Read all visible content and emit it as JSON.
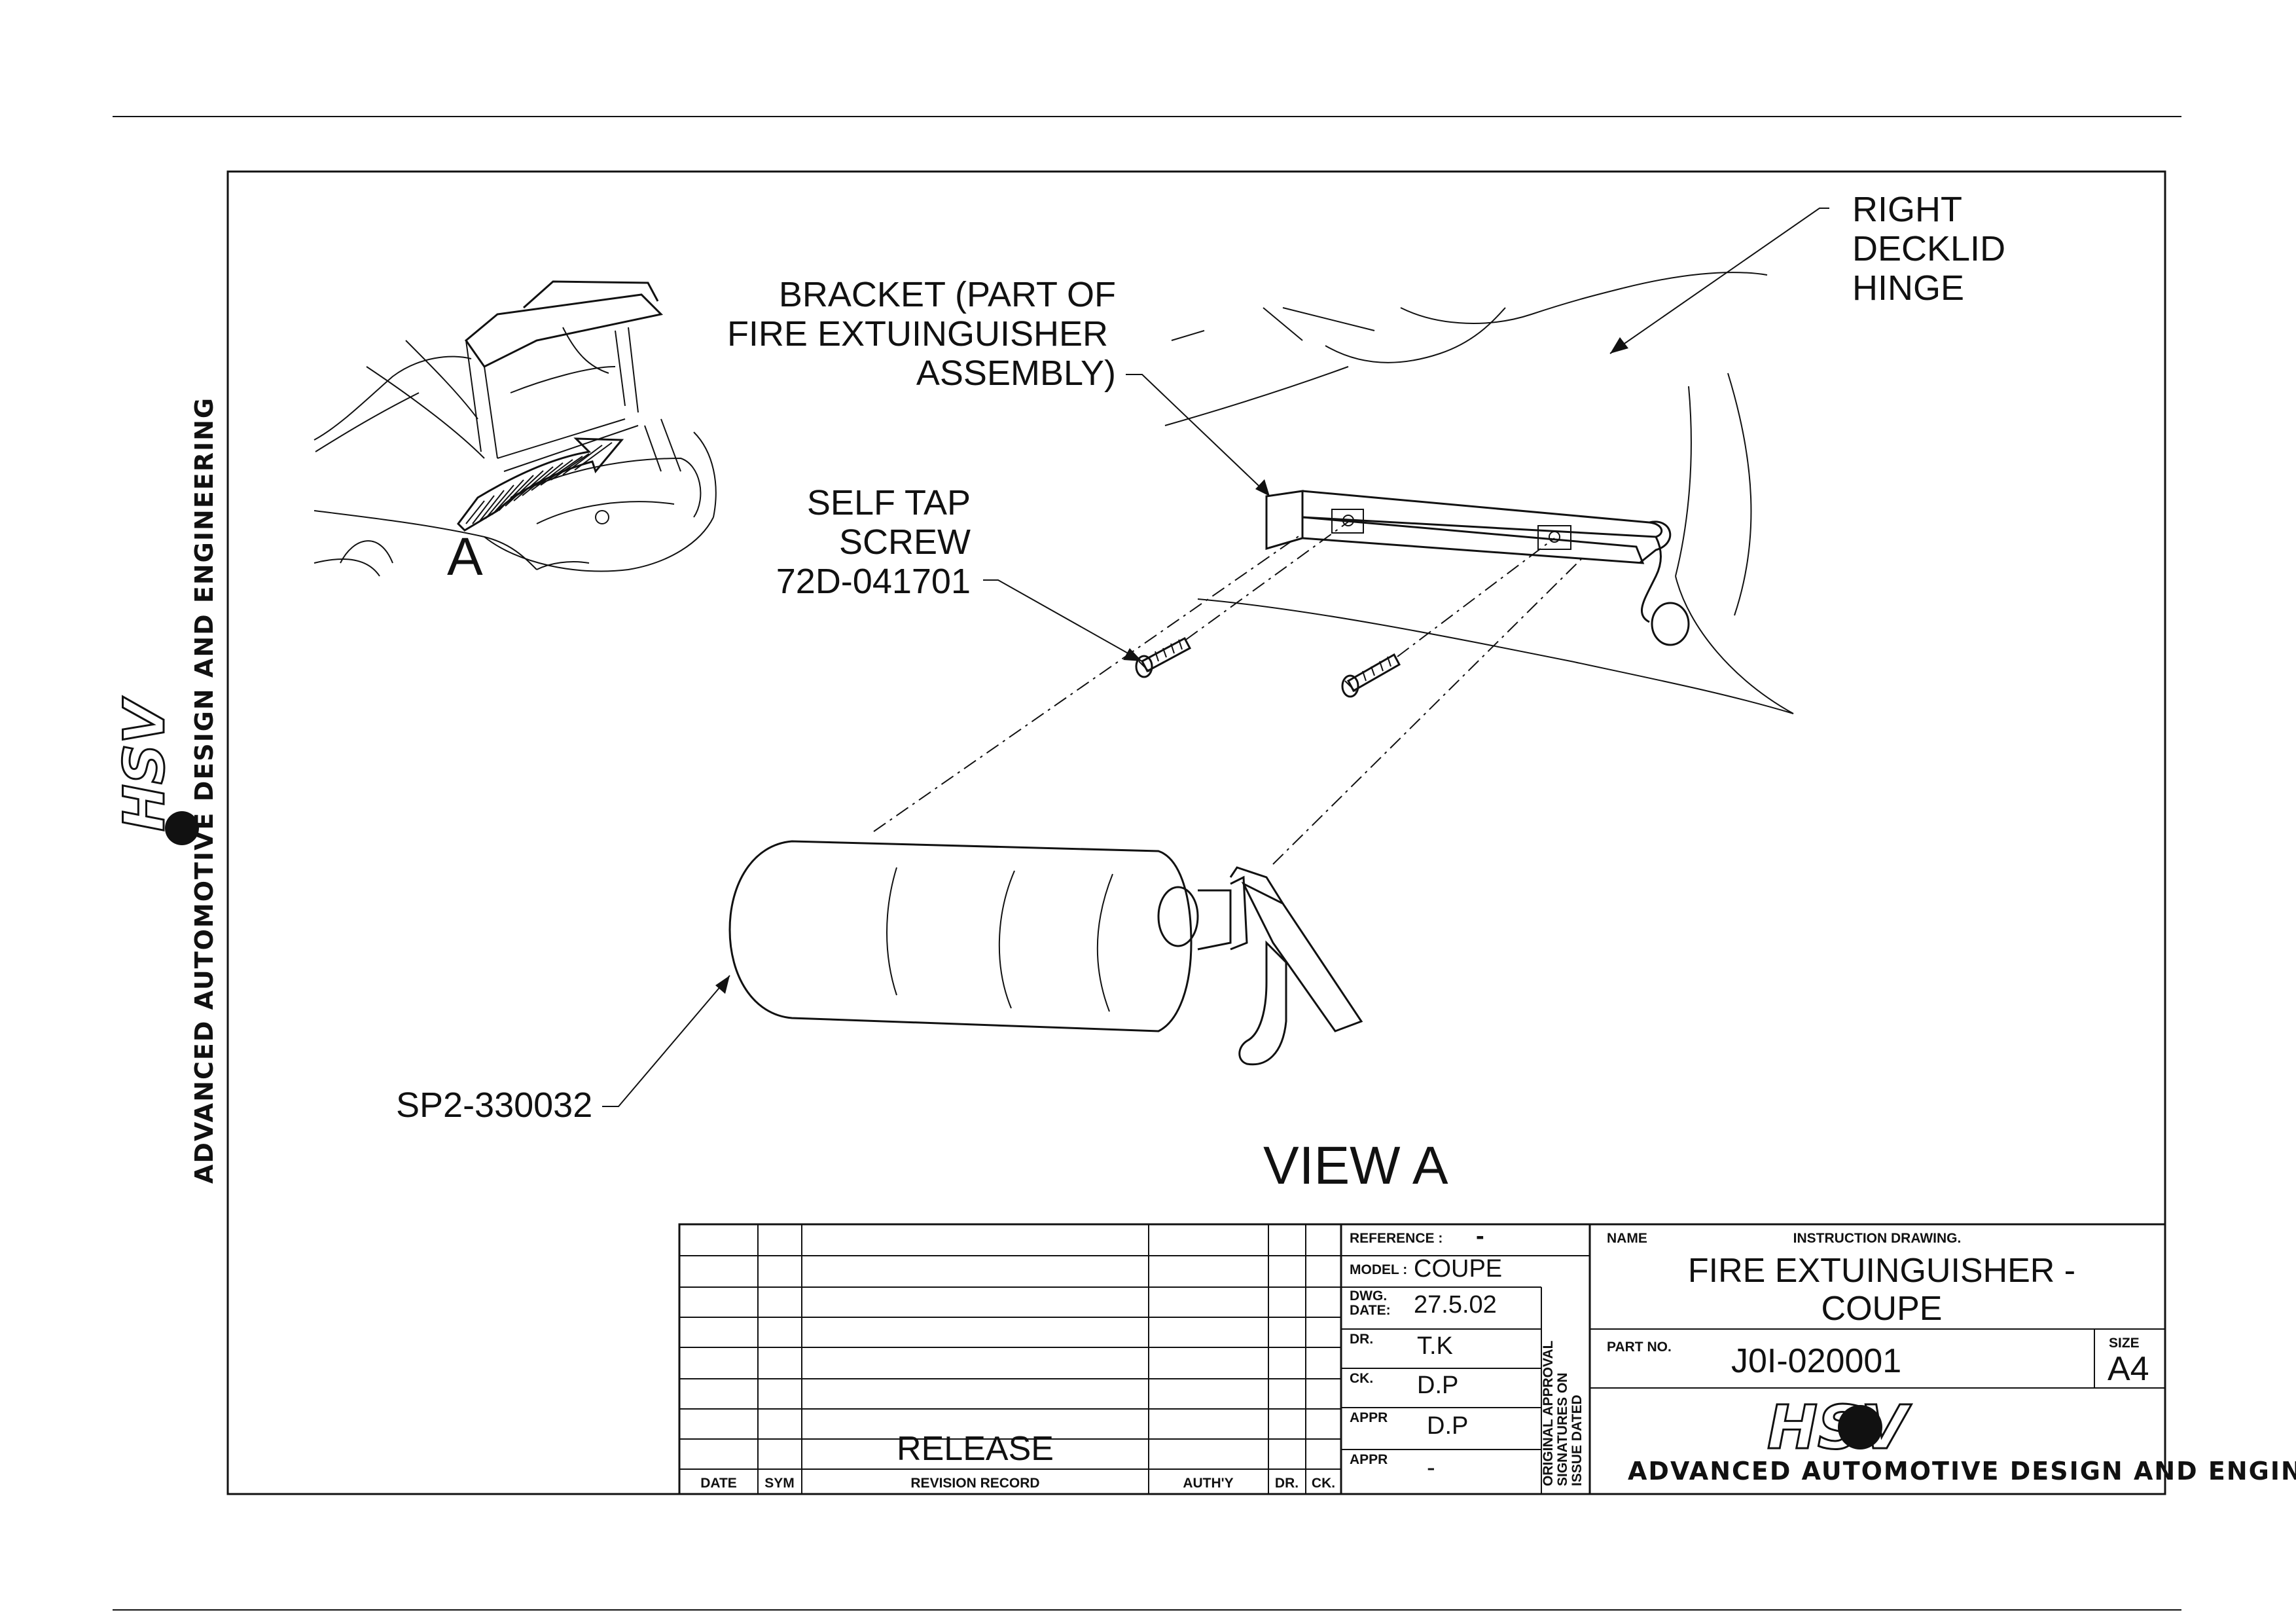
{
  "drawing": {
    "callouts": {
      "hinge": [
        "RIGHT",
        "DECKLID",
        "HINGE"
      ],
      "bracket": [
        "BRACKET (PART OF",
        "FIRE EXTUINGUISHER",
        "ASSEMBLY)"
      ],
      "screw": [
        "SELF TAP",
        "SCREW",
        "72D-041701"
      ],
      "extinguisher": "SP2-330032",
      "view_marker": "A",
      "view_title": "VIEW A"
    }
  },
  "side_banner": {
    "logo": "HSV",
    "text": "ADVANCED AUTOMOTIVE DESIGN AND ENGINEERING"
  },
  "revision_block": {
    "headers": [
      "DATE",
      "SYM",
      "REVISION RECORD",
      "AUTH'Y",
      "DR.",
      "CK."
    ],
    "rows": [
      [
        "",
        "",
        "",
        "",
        "",
        ""
      ],
      [
        "",
        "",
        "",
        "",
        "",
        ""
      ],
      [
        "",
        "",
        "",
        "",
        "",
        ""
      ],
      [
        "",
        "",
        "",
        "",
        "",
        ""
      ],
      [
        "",
        "",
        "",
        "",
        "",
        ""
      ],
      [
        "",
        "",
        "",
        "",
        "",
        ""
      ],
      [
        "",
        "",
        "",
        "",
        "",
        ""
      ],
      [
        "",
        "",
        "RELEASE",
        "",
        "",
        ""
      ]
    ]
  },
  "info_block": {
    "reference_label": "REFERENCE :",
    "reference_value": "-",
    "model_label": "MODEL :",
    "model_value": "COUPE",
    "dwg_date_label": [
      "DWG.",
      "DATE:"
    ],
    "dwg_date_value": "27.5.02",
    "dr_label": "DR.",
    "dr_value": "T.K",
    "ck_label": "CK.",
    "ck_value": "D.P",
    "appr1_label": "APPR",
    "appr1_value": "D.P",
    "appr2_label": "APPR",
    "appr2_value": "-",
    "approval_note": [
      "ORIGINAL APPROVAL",
      "SIGNATURES ON",
      "ISSUE DATED"
    ]
  },
  "title_block": {
    "name_label": "NAME",
    "name_type": "INSTRUCTION DRAWING.",
    "title_lines": [
      "FIRE EXTUINGUISHER -",
      "COUPE"
    ],
    "part_no_label": "PART NO.",
    "part_no": "J0I-020001",
    "size_label": "SIZE",
    "size_value": "A4",
    "logo": "HSV",
    "company": "ADVANCED AUTOMOTIVE DESIGN AND ENGINEERING"
  }
}
